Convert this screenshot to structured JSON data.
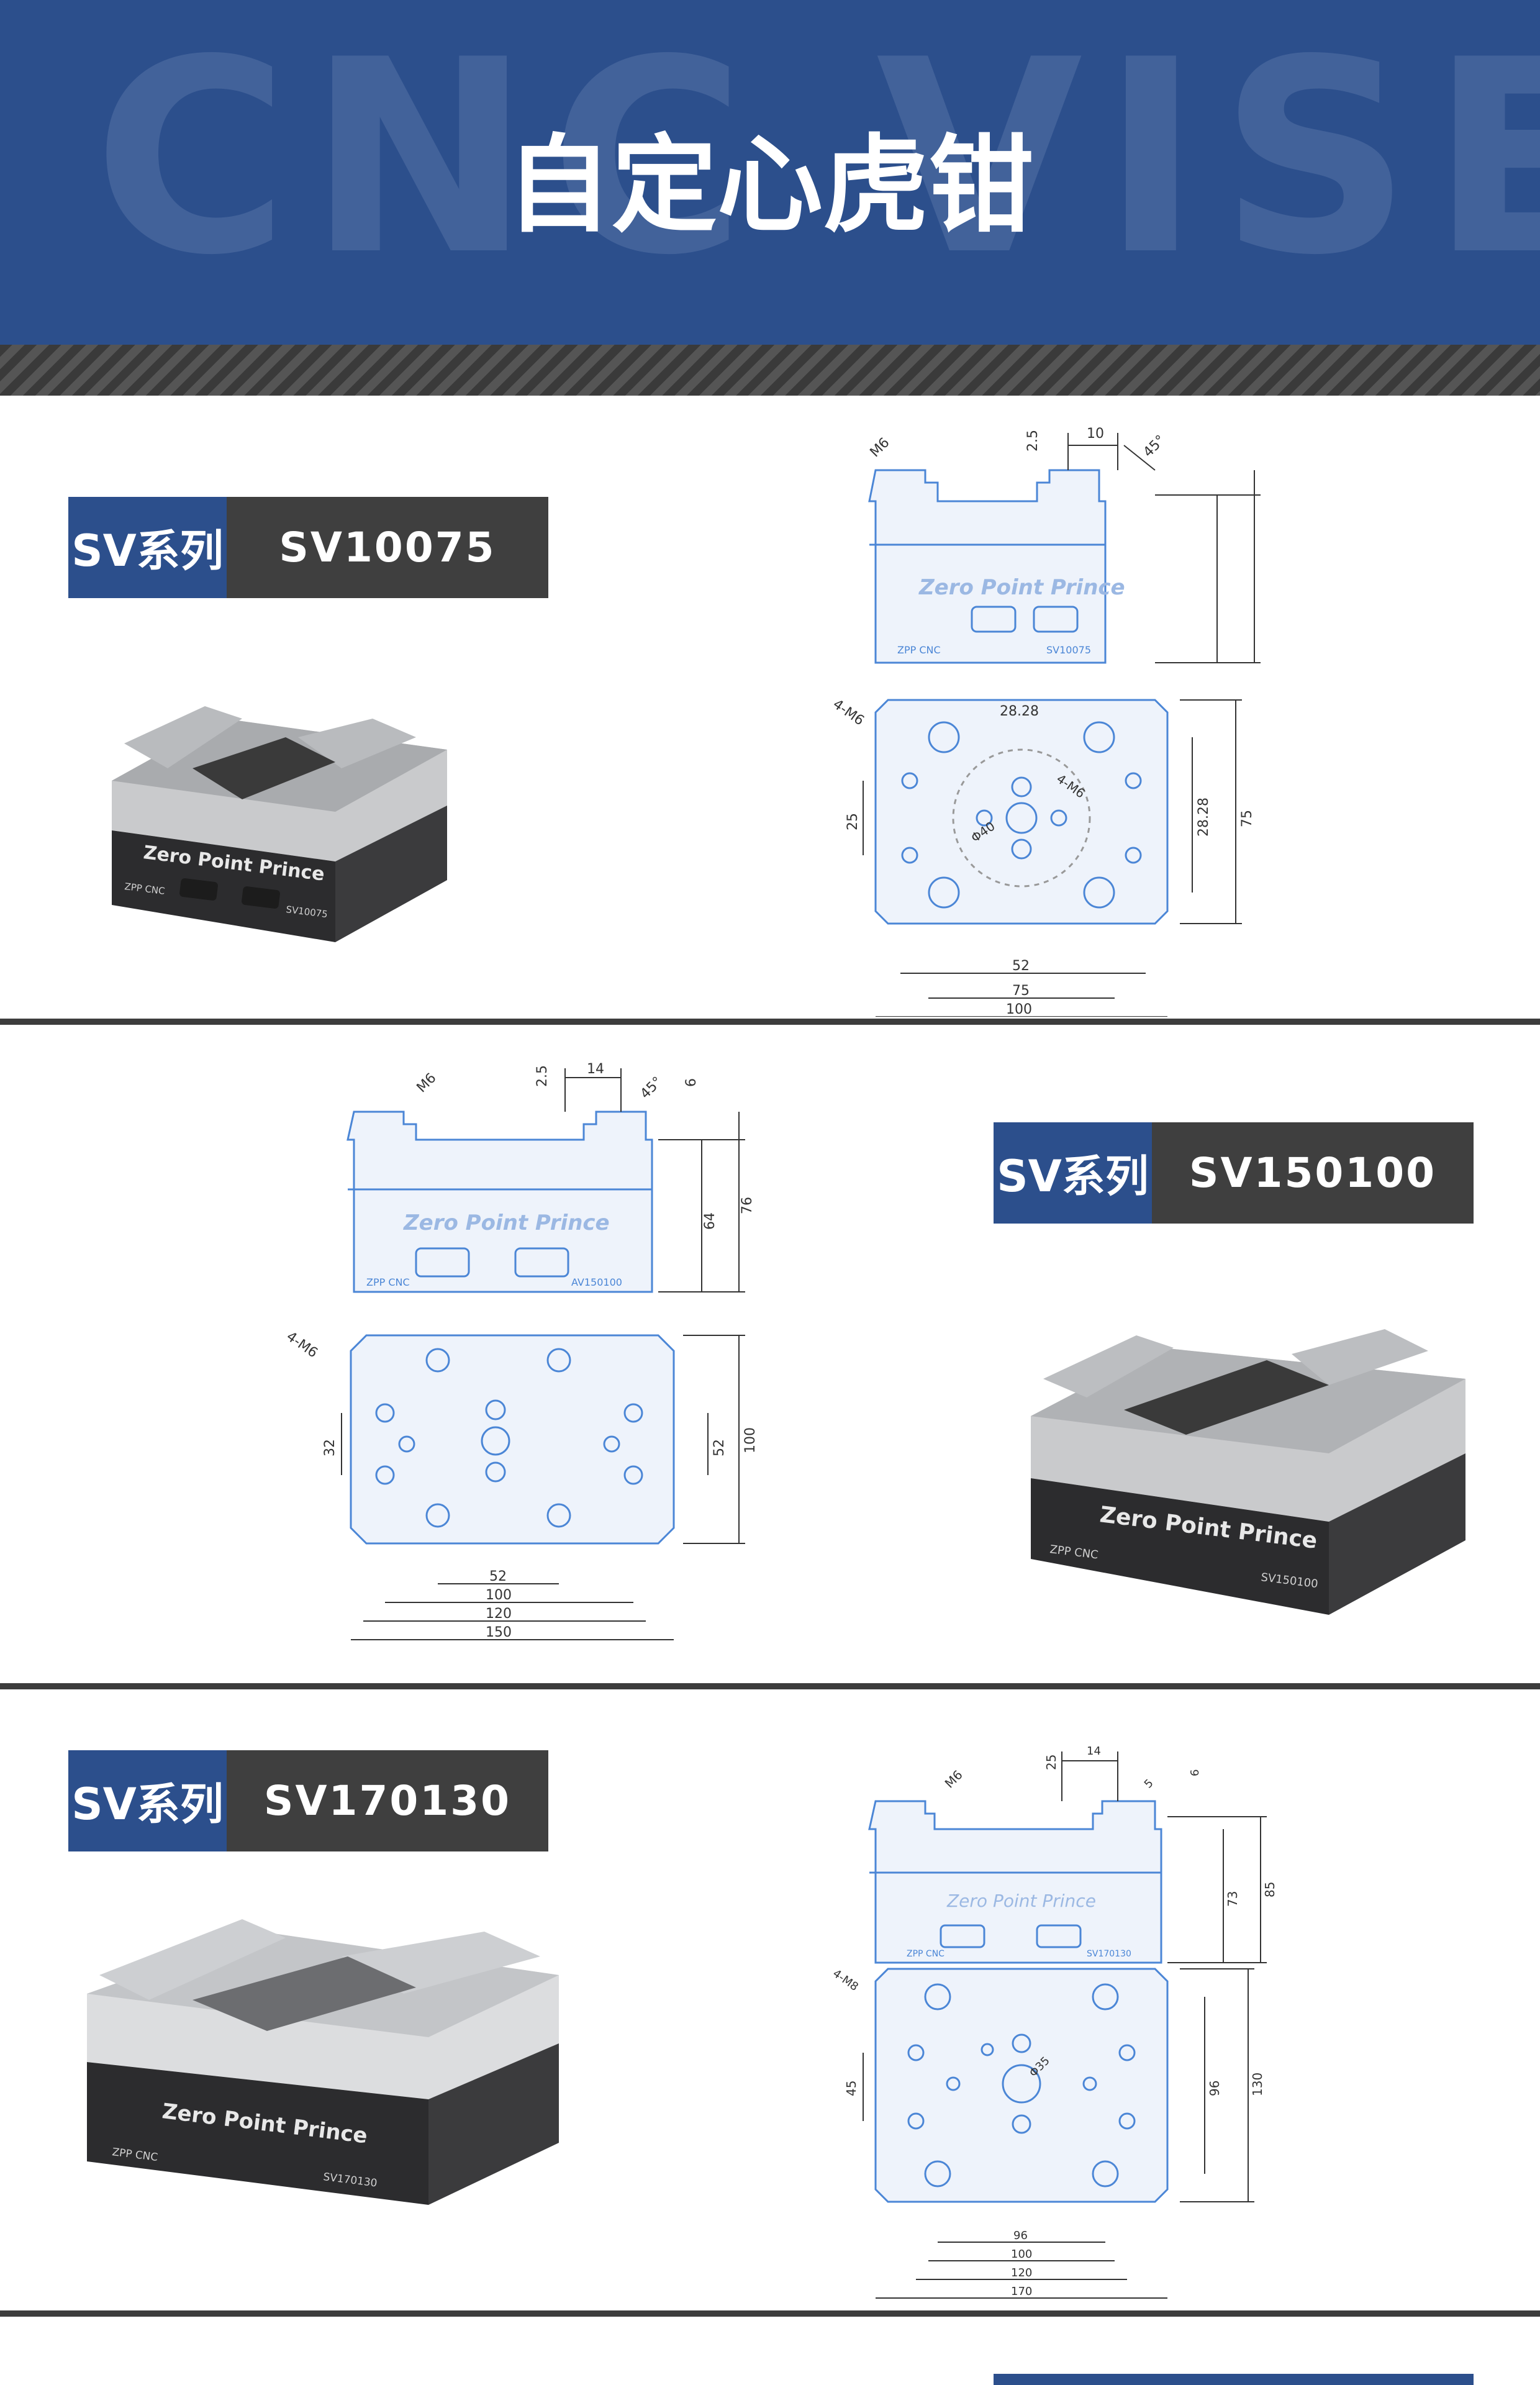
{
  "header": {
    "background_text": "CNC VISE",
    "title": "自定心虎钳",
    "color": "#2c4f8c"
  },
  "products": [
    {
      "series": "SV系列",
      "model": "SV10075",
      "photo": {
        "brand": "Zero Point Prince",
        "maker": "ZPP CNC",
        "model": "SV10075"
      },
      "front_view": {
        "brand": "Zero Point Prince",
        "maker": "ZPP CNC",
        "model": "SV10075",
        "dims": [
          "M6",
          "2.5",
          "10",
          "45°"
        ]
      },
      "top_view": {
        "dims": [
          "4-M6",
          "28.28",
          "25",
          "4-M6",
          "Φ40",
          "28.28",
          "75",
          "52",
          "75",
          "100"
        ]
      }
    },
    {
      "series": "SV系列",
      "model": "SV150100",
      "photo": {
        "brand": "Zero Point Prince",
        "maker": "ZPP CNC",
        "model": "SV150100"
      },
      "front_view": {
        "brand": "Zero Point Prince",
        "maker": "ZPP CNC",
        "model": "AV150100",
        "dims": [
          "M6",
          "2.5",
          "14",
          "45°",
          "6",
          "64",
          "76"
        ]
      },
      "top_view": {
        "dims": [
          "4-M6",
          "32",
          "52",
          "100",
          "52",
          "100",
          "120",
          "150"
        ]
      }
    },
    {
      "series": "SV系列",
      "model": "SV170130",
      "photo": {
        "brand": "Zero Point Prince",
        "maker": "ZPP CNC",
        "model": "SV170130"
      },
      "front_view": {
        "brand": "Zero Point Prince",
        "maker": "ZPP CNC",
        "model": "SV170130",
        "dims": [
          "M6",
          "25",
          "14",
          "5",
          "6",
          "73",
          "85"
        ]
      },
      "top_view": {
        "dims": [
          "4-M8",
          "45",
          "Φ35",
          "96",
          "130",
          "96",
          "100",
          "120",
          "170"
        ]
      }
    }
  ]
}
